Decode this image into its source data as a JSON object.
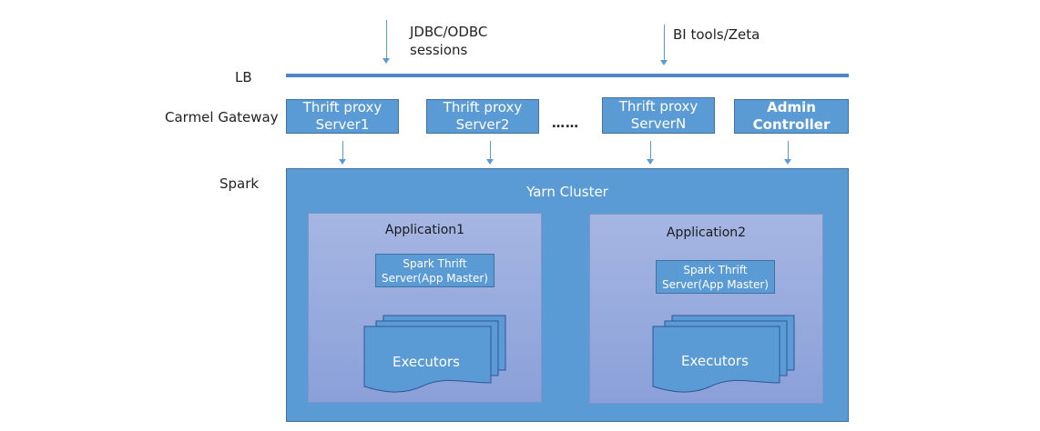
{
  "sources": {
    "jdbc_line1": "JDBC/ODBC",
    "jdbc_line2": "sessions",
    "bi": "BI tools/Zeta"
  },
  "layers": {
    "lb": "LB",
    "gateway": "Carmel Gateway",
    "spark": "Spark"
  },
  "proxies": [
    {
      "line1": "Thrift proxy",
      "line2": "Server1"
    },
    {
      "line1": "Thrift proxy",
      "line2": "Server2"
    },
    {
      "line1": "Thrift proxy",
      "line2": "ServerN"
    }
  ],
  "ellipsis": "……",
  "admin": {
    "line1": "Admin",
    "line2": "Controller"
  },
  "cluster": {
    "title": "Yarn Cluster"
  },
  "applications": [
    {
      "title": "Application1",
      "sts_line1": "Spark Thrift",
      "sts_line2": "Server(App Master)",
      "executors": "Executors"
    },
    {
      "title": "Application2",
      "sts_line1": "Spark Thrift",
      "sts_line2": "Server(App Master)",
      "executors": "Executors"
    }
  ],
  "colors": {
    "box": "#5b9bd5",
    "border": "#41719c",
    "app_fill": "#8faadc",
    "lb_bar": "#4f86c6"
  }
}
